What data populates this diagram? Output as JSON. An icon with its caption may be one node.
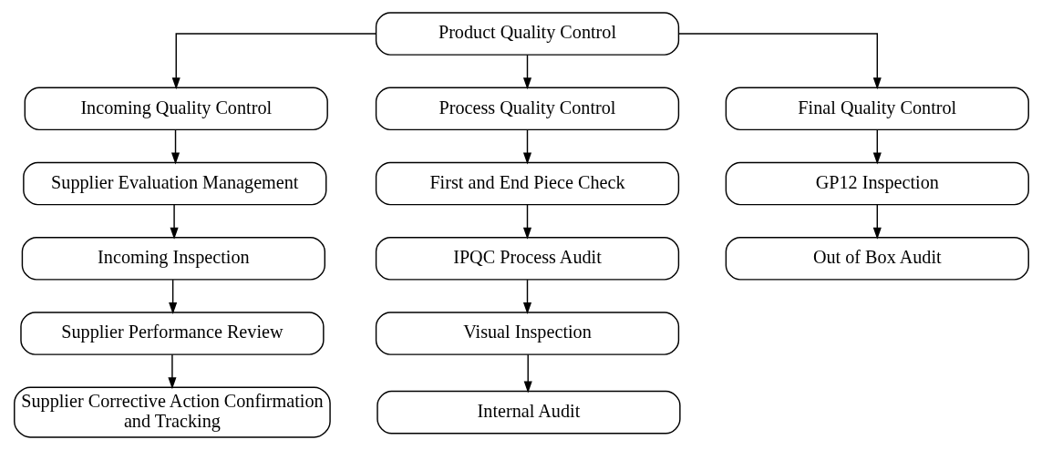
{
  "diagram": {
    "nodes": [
      {
        "text": [
          "Product Quality Control"
        ]
      },
      {
        "text": [
          "Incoming Quality Control"
        ]
      },
      {
        "text": [
          "Process Quality Control"
        ]
      },
      {
        "text": [
          "Final Quality Control"
        ]
      },
      {
        "text": [
          "Supplier Evaluation Management"
        ]
      },
      {
        "text": [
          "Incoming Inspection"
        ]
      },
      {
        "text": [
          "Supplier Performance Review"
        ]
      },
      {
        "text": [
          "Supplier Corrective Action Confirmation and Tracking"
        ]
      },
      {
        "text": [
          "First and End Piece Check"
        ]
      },
      {
        "text": [
          "IPQC Process Audit"
        ]
      },
      {
        "text": [
          "Visual Inspection"
        ]
      },
      {
        "text": [
          "Internal Audit"
        ]
      },
      {
        "text": [
          "GP12 Inspection"
        ]
      },
      {
        "text": [
          "Out of Box Audit"
        ]
      }
    ],
    "edges": [
      {
        "from": 0,
        "to": 1,
        "arrow": "to"
      },
      {
        "from": 0,
        "to": 2,
        "arrow": "to"
      },
      {
        "from": 0,
        "to": 3,
        "arrow": "to"
      },
      {
        "from": 1,
        "to": 4,
        "arrow": "to"
      },
      {
        "from": 4,
        "to": 5,
        "arrow": "to"
      },
      {
        "from": 5,
        "to": 6,
        "arrow": "to"
      },
      {
        "from": 6,
        "to": 7,
        "arrow": "to"
      },
      {
        "from": 2,
        "to": 8,
        "arrow": "to"
      },
      {
        "from": 8,
        "to": 9,
        "arrow": "to"
      },
      {
        "from": 9,
        "to": 10,
        "arrow": "to"
      },
      {
        "from": 10,
        "to": 11,
        "arrow": "to"
      },
      {
        "from": 3,
        "to": 12,
        "arrow": "to"
      },
      {
        "from": 12,
        "to": 13,
        "arrow": "to"
      }
    ]
  }
}
